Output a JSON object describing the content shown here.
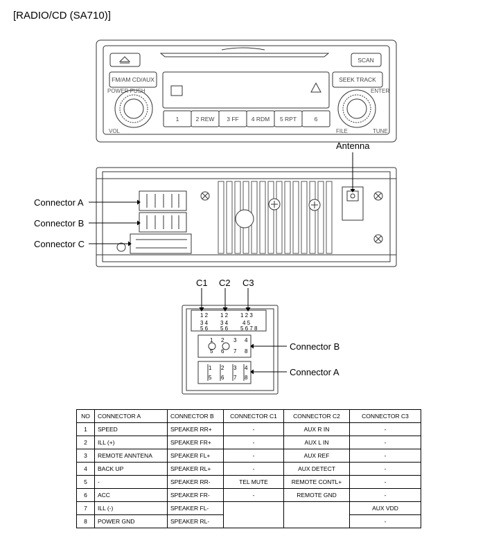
{
  "title": "[RADIO/CD (SA710)]",
  "front_panel": {
    "eject_label": "⏏",
    "scan_label": "SCAN",
    "mode_label": "FM/AM CD/AUX",
    "seek_label": "SEEK TRACK",
    "power_label": "POWER PUSH",
    "enter_label": "ENTER",
    "vol_label": "VOL",
    "file_label": "FILE",
    "tune_label": "TUNE",
    "presets": [
      "1",
      "2 REW",
      "3 FF",
      "4 RDM",
      "5 RPT",
      "6"
    ]
  },
  "callouts": {
    "antenna": "Antenna",
    "connector_a": "Connector A",
    "connector_b": "Connector B",
    "connector_c": "Connector C",
    "c1": "C1",
    "c2": "C2",
    "c3": "C3",
    "detail_connector_b": "Connector B",
    "detail_connector_a": "Connector A"
  },
  "table": {
    "headers": [
      "NO",
      "CONNECTOR A",
      "CONNECTOR B",
      "CONNECTOR C1",
      "CONNECTOR C2",
      "CONNECTOR C3"
    ],
    "rows": [
      [
        "1",
        "SPEED",
        "SPEAKER RR+",
        "-",
        "AUX R IN",
        "-"
      ],
      [
        "2",
        "ILL (+)",
        "SPEAKER FR+",
        "-",
        "AUX L IN",
        "-"
      ],
      [
        "3",
        "REMOTE ANNTENA",
        "SPEAKER FL+",
        "-",
        "AUX REF",
        "-"
      ],
      [
        "4",
        "BACK UP",
        "SPEAKER RL+",
        "-",
        "AUX DETECT",
        "-"
      ],
      [
        "5",
        "-",
        "SPEAKER RR-",
        "TEL MUTE",
        "REMOTE CONTL+",
        "-"
      ],
      [
        "6",
        "ACC",
        "SPEAKER FR-",
        "-",
        "REMOTE GND",
        "-"
      ],
      [
        "7",
        "ILL (-)",
        "SPEAKER FL-",
        "",
        "",
        "AUX VDD"
      ],
      [
        "8",
        "POWER GND",
        "SPEAKER RL-",
        "",
        "",
        "-"
      ]
    ]
  }
}
